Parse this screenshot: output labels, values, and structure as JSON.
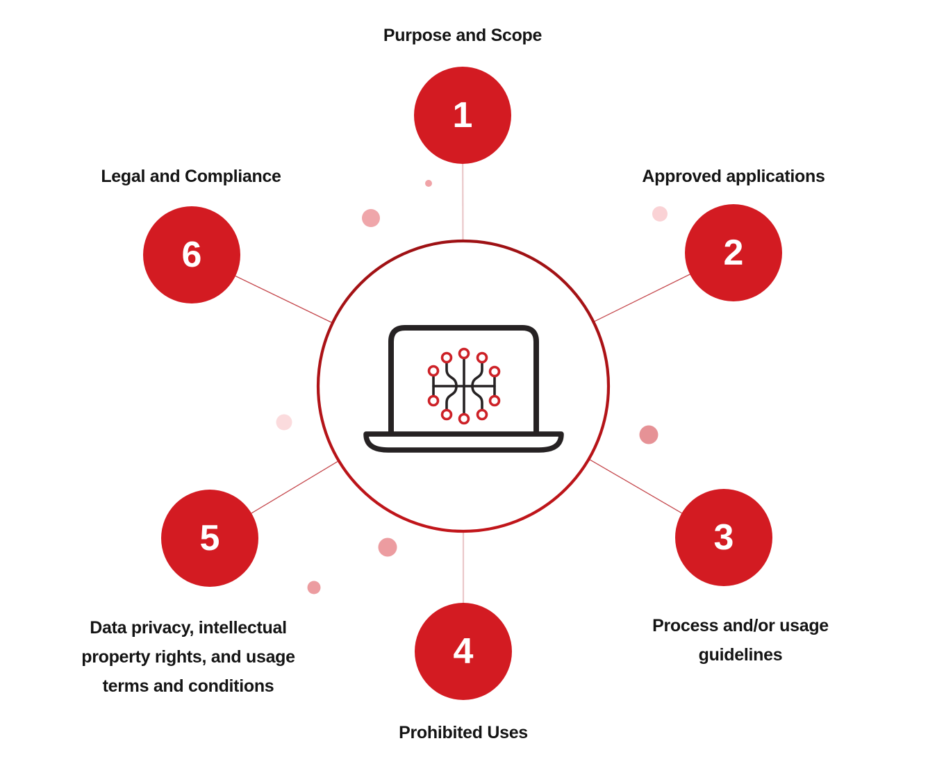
{
  "diagram_title": "",
  "center": {
    "icon": "laptop-circuit-icon"
  },
  "nodes": [
    {
      "number": "1",
      "label": "Purpose and Scope",
      "position": "top"
    },
    {
      "number": "2",
      "label": "Approved applications",
      "position": "top-right"
    },
    {
      "number": "3",
      "label": "Process and/or usage guidelines",
      "position": "bottom-right"
    },
    {
      "number": "4",
      "label": "Prohibited Uses",
      "position": "bottom"
    },
    {
      "number": "5",
      "label": "Data privacy, intellectual property rights, and usage terms and conditions",
      "position": "bottom-left"
    },
    {
      "number": "6",
      "label": "Legal and Compliance",
      "position": "top-left"
    }
  ],
  "theme": {
    "node-red": "#D31B22",
    "ring-red": "#A81317",
    "connector-red": "#C4464B",
    "connector-pink": "#EAC7C9",
    "icon-dark": "#262223",
    "terminal-red": "#CD2127",
    "text-dark": "#141414",
    "dot-pink": "#EC9CA0",
    "dot-pink-light": "#FAD2D5"
  }
}
